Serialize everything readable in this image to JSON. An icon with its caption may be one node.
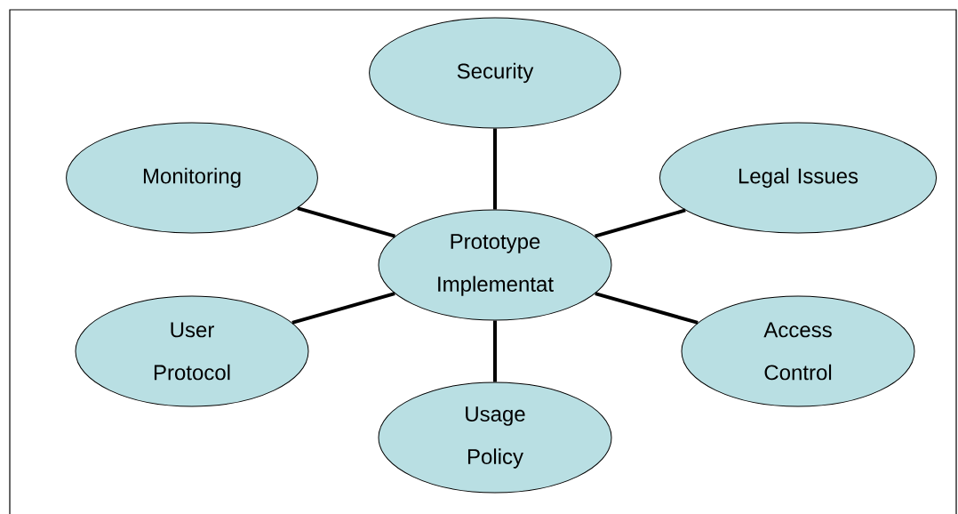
{
  "diagram": {
    "nodes": [
      {
        "text": [
          "Security"
        ]
      },
      {
        "text": [
          "Monitoring"
        ]
      },
      {
        "text": [
          "Legal Issues"
        ]
      },
      {
        "text": [
          "Prototype Implementat"
        ]
      },
      {
        "text": [
          "User Protocol"
        ]
      },
      {
        "text": [
          "Access Control"
        ]
      },
      {
        "text": [
          "Usage Policy"
        ]
      }
    ],
    "edges": [
      {
        "from": 3,
        "to": 0,
        "arrow": "none"
      },
      {
        "from": 3,
        "to": 1,
        "arrow": "none"
      },
      {
        "from": 3,
        "to": 2,
        "arrow": "none"
      },
      {
        "from": 3,
        "to": 4,
        "arrow": "none"
      },
      {
        "from": 3,
        "to": 5,
        "arrow": "none"
      },
      {
        "from": 3,
        "to": 6,
        "arrow": "none"
      }
    ]
  }
}
